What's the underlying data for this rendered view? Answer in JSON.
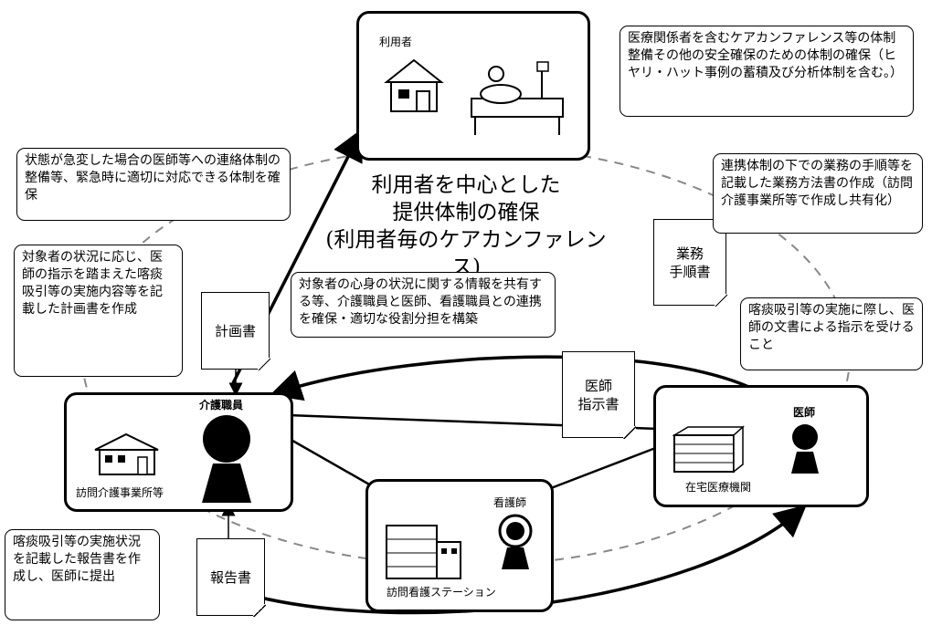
{
  "center": {
    "line1": "利用者を中心とした",
    "line2": "提供体制の確保",
    "line3": "(利用者毎のケアカンファレンス)"
  },
  "nodes": {
    "user": "利用者",
    "care_office": "訪問介護事業所等",
    "care_worker": "介護職員",
    "nursing_station": "訪問看護ステーション",
    "nurse": "看護師",
    "medical_institution": "在宅医療機関",
    "doctor": "医師"
  },
  "documents": {
    "plan": "計画書",
    "report": "報告書",
    "instruction_line1": "医師",
    "instruction_line2": "指示書",
    "manual_line1": "業務",
    "manual_line2": "手順書"
  },
  "callouts": {
    "conference": "医療関係者を含むケアカンファレンス等の体制整備その他の安全確保のための体制の確保（ヒヤリ・ハット事例の蓄積及び分析体制を含む。）",
    "emergency": "状態が急変した場合の医師等への連絡体制の整備等、緊急時に適切に対応できる体制を確保",
    "manual": "連携体制の下での業務の手順等を記載した業務方法書の作成（訪問介護事業所等で作成し共有化）",
    "plan": "対象者の状況に応じ、医師の指示を踏まえた喀痰吸引等の実施内容等を記載した計画書を作成",
    "share": "対象者の心身の状況に関する情報を共有する等、介護職員と医師、看護職員との連携を確保・適切な役割分担を構築",
    "instruction": "喀痰吸引等の実施に際し、医師の文書による指示を受けること",
    "report": "喀痰吸引等の実施状況を記載した報告書を作成し、医師に提出"
  }
}
